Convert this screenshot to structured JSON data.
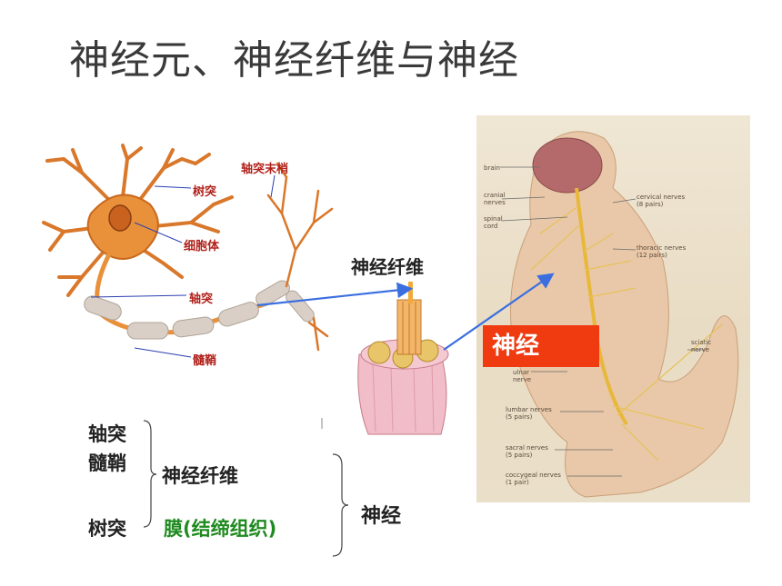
{
  "title": "神经元、神经纤维与神经",
  "neuron": {
    "labels": {
      "axon_terminal": "轴突末梢",
      "dendrite": "树突",
      "cell_body": "细胞体",
      "axon": "轴突",
      "myelin": "髓鞘"
    }
  },
  "fiber_label": "神经纤维",
  "body_panel": {
    "highlight": "神经",
    "labels": {
      "brain": "brain",
      "cranial": "cranial\nnerves",
      "spinal": "spinal\ncord",
      "cervical": "cervical nerves\n(8 pairs)",
      "thoracic": "thoracic nerves\n(12 pairs)",
      "sciatic": "sciatic\nnerve",
      "ulnar": "ulnar\nnerve",
      "lumbar": "lumbar nerves\n(5 pairs)",
      "sacral": "sacral nerves\n(5 pairs)",
      "coccygeal": "coccygeal nerves\n(1 pair)"
    }
  },
  "summary": {
    "axon": "轴突",
    "myelin": "髓鞘",
    "dendrite": "树突",
    "fiber": "神经纤维",
    "membrane": "膜(结缔组织)",
    "nerve": "神经"
  },
  "colors": {
    "arrow": "#3b6fe0",
    "highlight": "#f03a10",
    "membrane_text": "#1f8a1f",
    "neuron_fill": "#e8913a"
  }
}
